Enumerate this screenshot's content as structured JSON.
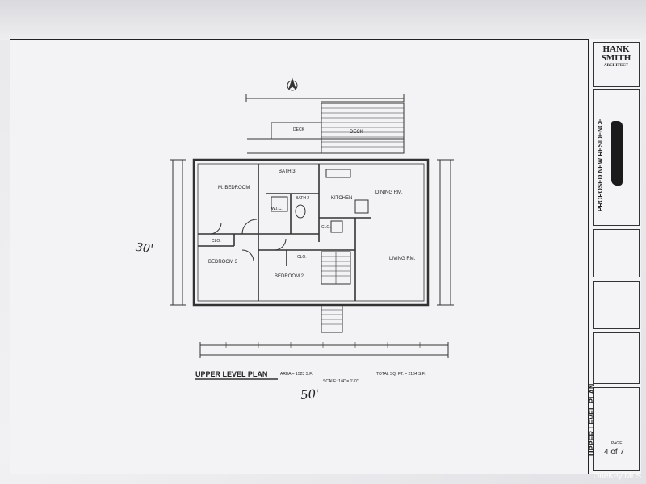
{
  "titleblock": {
    "firm_line1": "HANK",
    "firm_line2": "SMITH",
    "firm_line3": "ARCHITECT",
    "project": "PROPOSED NEW RESIDENCE",
    "sheet_title": "UPPER LEVEL PLAN",
    "sheet_label": "PAGE",
    "sheet_number": "4 of 7"
  },
  "plan": {
    "title": "UPPER LEVEL PLAN",
    "area": "AREA = 1523 S.F.",
    "scale": "SCALE: 1/4\" = 1'-0\"",
    "total": "TOTAL SQ. FT. = 2164 S.F.",
    "rooms": {
      "deck": "DECK",
      "bath3": "BATH 3",
      "m_bedroom": "M. BEDROOM",
      "wic": "W.I.C.",
      "bath2": "BATH 2",
      "kitchen": "KITCHEN",
      "dining": "DINING RM.",
      "clo1": "CLO.",
      "clo2": "CLO.",
      "clo3": "CLO.",
      "bedroom3": "BEDROOM 3",
      "bedroom2": "BEDROOM 2",
      "living": "LIVING RM."
    }
  },
  "handwritten": {
    "depth": "30'",
    "width": "50'"
  },
  "watermark": "OneKey MLS"
}
